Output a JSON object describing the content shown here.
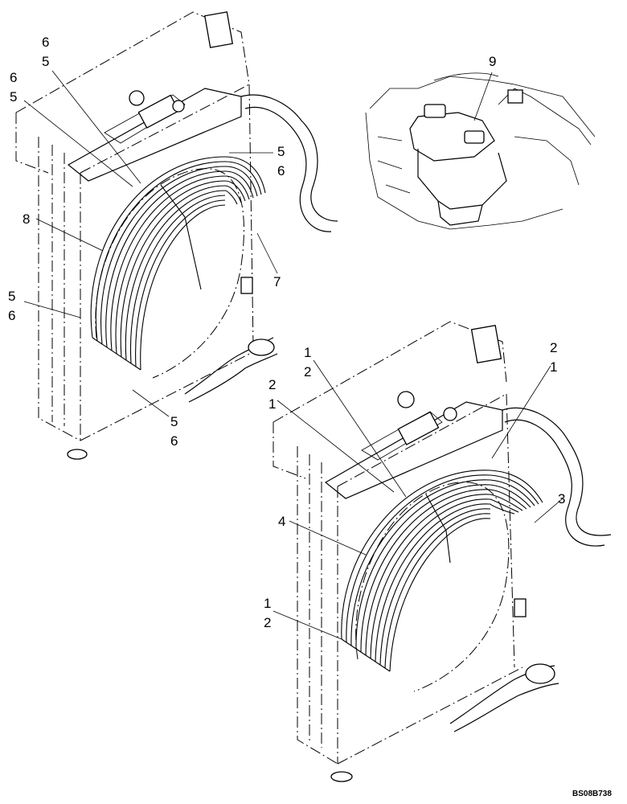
{
  "diagram": {
    "reference_code": "BS08B738",
    "callouts": {
      "top_left": [
        "6",
        "5",
        "6",
        "5",
        "5",
        "6",
        "8",
        "7",
        "5",
        "6",
        "5",
        "6"
      ],
      "top_right": [
        "9"
      ],
      "bottom": [
        "1",
        "2",
        "2",
        "1",
        "2",
        "1",
        "4",
        "3",
        "1",
        "2"
      ]
    }
  }
}
